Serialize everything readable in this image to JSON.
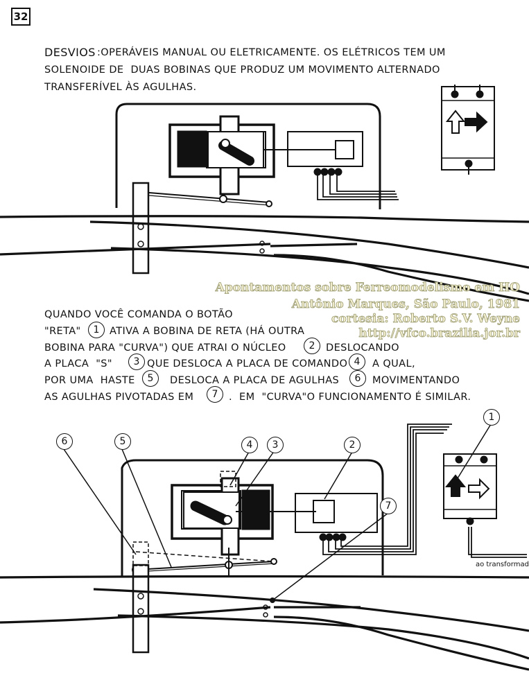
{
  "page_number": "32",
  "heading": {
    "title": "DESVIOS",
    "line1": ":OPERÁVEIS MANUAL OU ELETRICAMENTE. OS ELÉTRICOS TEM UM",
    "line2": "SOLENOIDE DE  DUAS BOBINAS QUE PRODUZ UM MOVIMENTO ALTERNADO",
    "line3": "TRANSFERÍVEL ÀS AGULHAS."
  },
  "watermark": {
    "line1": "Apontamentos sobre Ferreomodelismo em HO",
    "line2": "Antônio Marques, São Paulo, 1981",
    "line3": "cortesia: Roberto S.V. Weyne",
    "line4": "http://vfco.brazilia.jor.br"
  },
  "explanation": {
    "l1": "QUANDO VOCÊ COMANDA O BOTÃO",
    "l2a": "\"RETA\"",
    "l2b": "ATIVA A BOBINA DE RETA (HÁ OUTRA",
    "l3a": "BOBINA PARA \"CURVA\") QUE ATRAI O NÚCLEO",
    "l3b": "DESLOCANDO",
    "l4a": "A PLACA  \"S\"",
    "l4b": "QUE DESLOCA A PLACA DE COMANDO",
    "l4c": "A QUAL,",
    "l5a": "POR UMA  HASTE",
    "l5b": "DESLOCA A PLACA DE AGULHAS",
    "l5c": "MOVIMENTANDO",
    "l6a": "AS AGULHAS PIVOTADAS EM",
    "l6b": ".  EM  \"CURVA\"O FUNCIONAMENTO É SIMILAR."
  },
  "callouts": [
    "1",
    "2",
    "3",
    "4",
    "5",
    "6",
    "7"
  ],
  "diagram_label": "ao transformador",
  "control_box": {
    "left_arrow_icon": "arrow-up-icon",
    "right_arrow_icon": "arrow-right-icon"
  },
  "colors": {
    "ink": "#111111",
    "paper": "#ffffff"
  }
}
